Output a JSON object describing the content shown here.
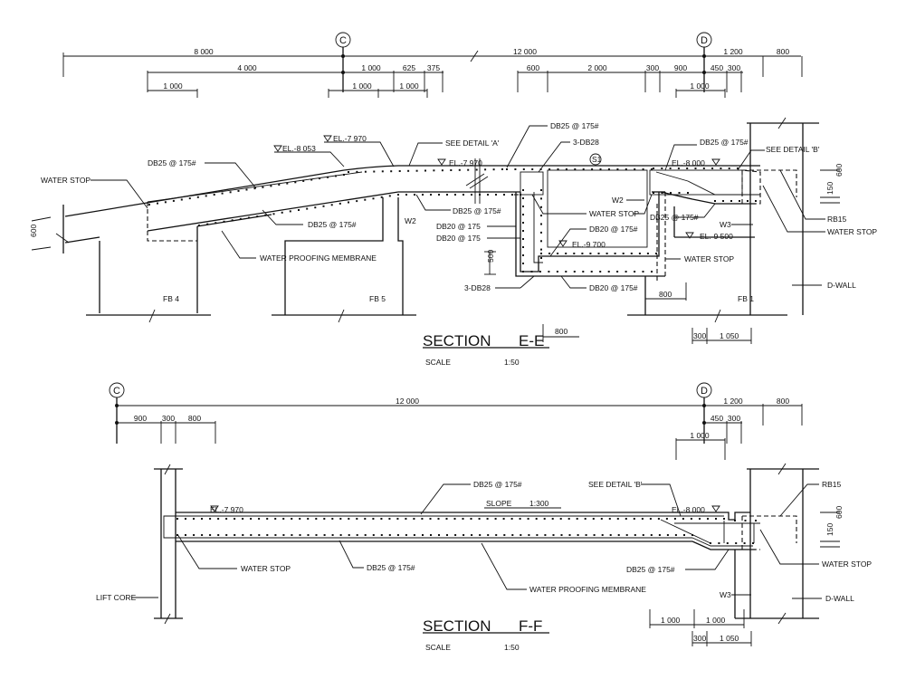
{
  "sections": [
    {
      "title": "SECTION",
      "name": "E-E",
      "scale_label": "SCALE",
      "scale_value": "1:50",
      "grid_markers": [
        "C",
        "D"
      ],
      "dimensions_top": [
        "8 000",
        "12 000",
        "1 200",
        "800"
      ],
      "dimensions_row2": [
        "4 000",
        "1 000",
        "625",
        "375",
        "600",
        "2 000",
        "300",
        "900",
        "450",
        "300"
      ],
      "dimensions_row3": [
        "1 000",
        "1 000",
        "1 000",
        "1 000"
      ],
      "dimensions_bottom": [
        "800",
        "800",
        "300",
        "1 050",
        "500",
        "600",
        "150",
        "600"
      ],
      "elevations": [
        "EL.-7 970",
        "EL.-8 053",
        "EL.-7 970",
        "EL.-8 000",
        "EL.-9 700",
        "EL.-9 500"
      ],
      "labels": {
        "water_stop": "WATER STOP",
        "db25_175": "DB25 @ 175#",
        "db20_175": "DB20 @ 175",
        "db20_175h": "DB20 @ 175#",
        "db28_3": "3-DB28",
        "see_detail_a": "SEE DETAIL 'A'",
        "see_detail_b": "SEE DETAIL 'B'",
        "membrane": "WATER PROOFING MEMBRANE",
        "w2": "W2",
        "w3": "W3",
        "rb15": "RB15",
        "d_wall": "D-WALL",
        "fb4": "FB 4",
        "fb5": "FB 5",
        "fb1": "FB 1",
        "s1": "S1"
      }
    },
    {
      "title": "SECTION",
      "name": "F-F",
      "scale_label": "SCALE",
      "scale_value": "1:50",
      "grid_markers": [
        "C",
        "D"
      ],
      "dimensions_top": [
        "12 000",
        "1 200",
        "800"
      ],
      "dimensions_row2": [
        "900",
        "300",
        "800",
        "450",
        "300"
      ],
      "dimensions_row3": [
        "1 000"
      ],
      "dimensions_bottom": [
        "1 000",
        "1 000",
        "300",
        "1 050",
        "600",
        "150"
      ],
      "elevations": [
        "EL.-7 970",
        "EL.-8 000"
      ],
      "labels": {
        "db25_175": "DB25 @ 175#",
        "slope": "SLOPE",
        "slope_value": "1:300",
        "see_detail_b": "SEE DETAIL 'B'",
        "rb15": "RB15",
        "water_stop": "WATER STOP",
        "membrane": "WATER PROOFING MEMBRANE",
        "lift_core": "LIFT CORE",
        "w3": "W3",
        "d_wall": "D-WALL"
      }
    }
  ]
}
